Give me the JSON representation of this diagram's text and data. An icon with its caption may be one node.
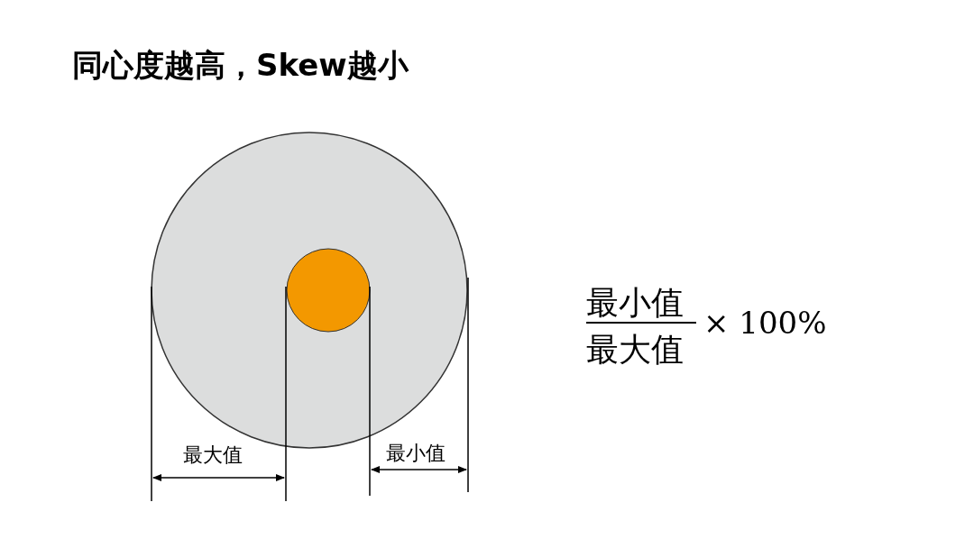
{
  "diagram": {
    "title": "同心度越高，Skew越小",
    "labels": [
      "最小值",
      "最大值",
      "× 100%",
      "最大值",
      "最小值"
    ]
  }
}
